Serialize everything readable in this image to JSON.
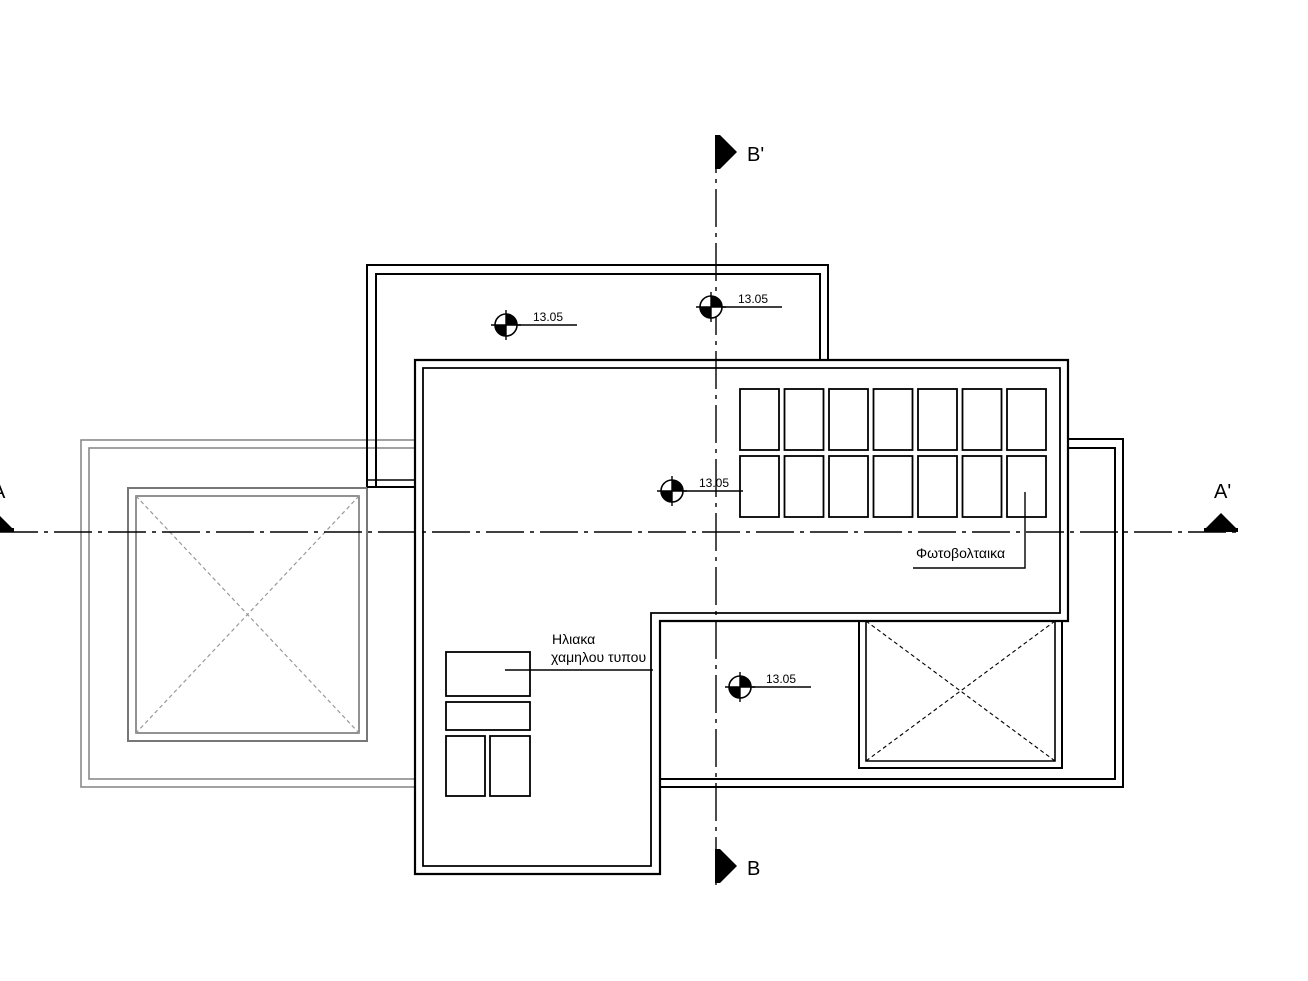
{
  "sections": {
    "a_left": "A",
    "a_right": "A'",
    "b_top": "B'",
    "b_bottom": "B"
  },
  "levels": [
    "13.05",
    "13.05",
    "13.05",
    "13.05"
  ],
  "annotations": {
    "photovoltaics": "Φωτοβολταικα",
    "solar_line1": "Ηλιακα",
    "solar_line2": "χαμηλου τυπου"
  },
  "panels": {
    "rows": 2,
    "columns": 7
  },
  "colors": {
    "line": "#000000",
    "light_line": "#8a8a8a",
    "background": "#ffffff"
  }
}
